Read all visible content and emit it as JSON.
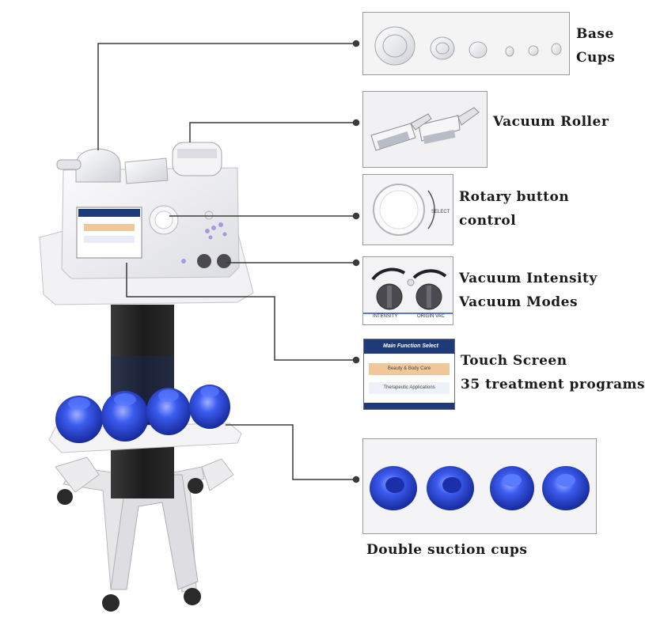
{
  "callouts": {
    "base_cups": {
      "line1": "Base",
      "line2": "Cups"
    },
    "vacuum_roller": {
      "line1": "Vacuum Roller"
    },
    "rotary": {
      "line1": "Rotary button",
      "line2": "control"
    },
    "vacuum": {
      "line1": "Vacuum Intensity",
      "line2": "Vacuum Modes"
    },
    "touch": {
      "line1": "Touch Screen",
      "line2": "35 treatment programs"
    },
    "double": {
      "line1": "Double suction cups"
    }
  },
  "knob_panel": {
    "left_label": "INTENSITY",
    "right_label": "ORIGIN VAC"
  },
  "rotary_panel": {
    "arrow_label": "SELECT"
  },
  "touch_screen": {
    "header": "Main Function Select",
    "option1": "Beauty & Body Care",
    "option2": "Therapeutic Applications"
  },
  "colors": {
    "line": "#3a3a3a",
    "cup_blue": "#2c4fd8",
    "machine_white": "#f2f2f4",
    "pole": "#1e1e1e",
    "screen_header": "#1f3a78",
    "screen_option": "#f1c89a"
  }
}
